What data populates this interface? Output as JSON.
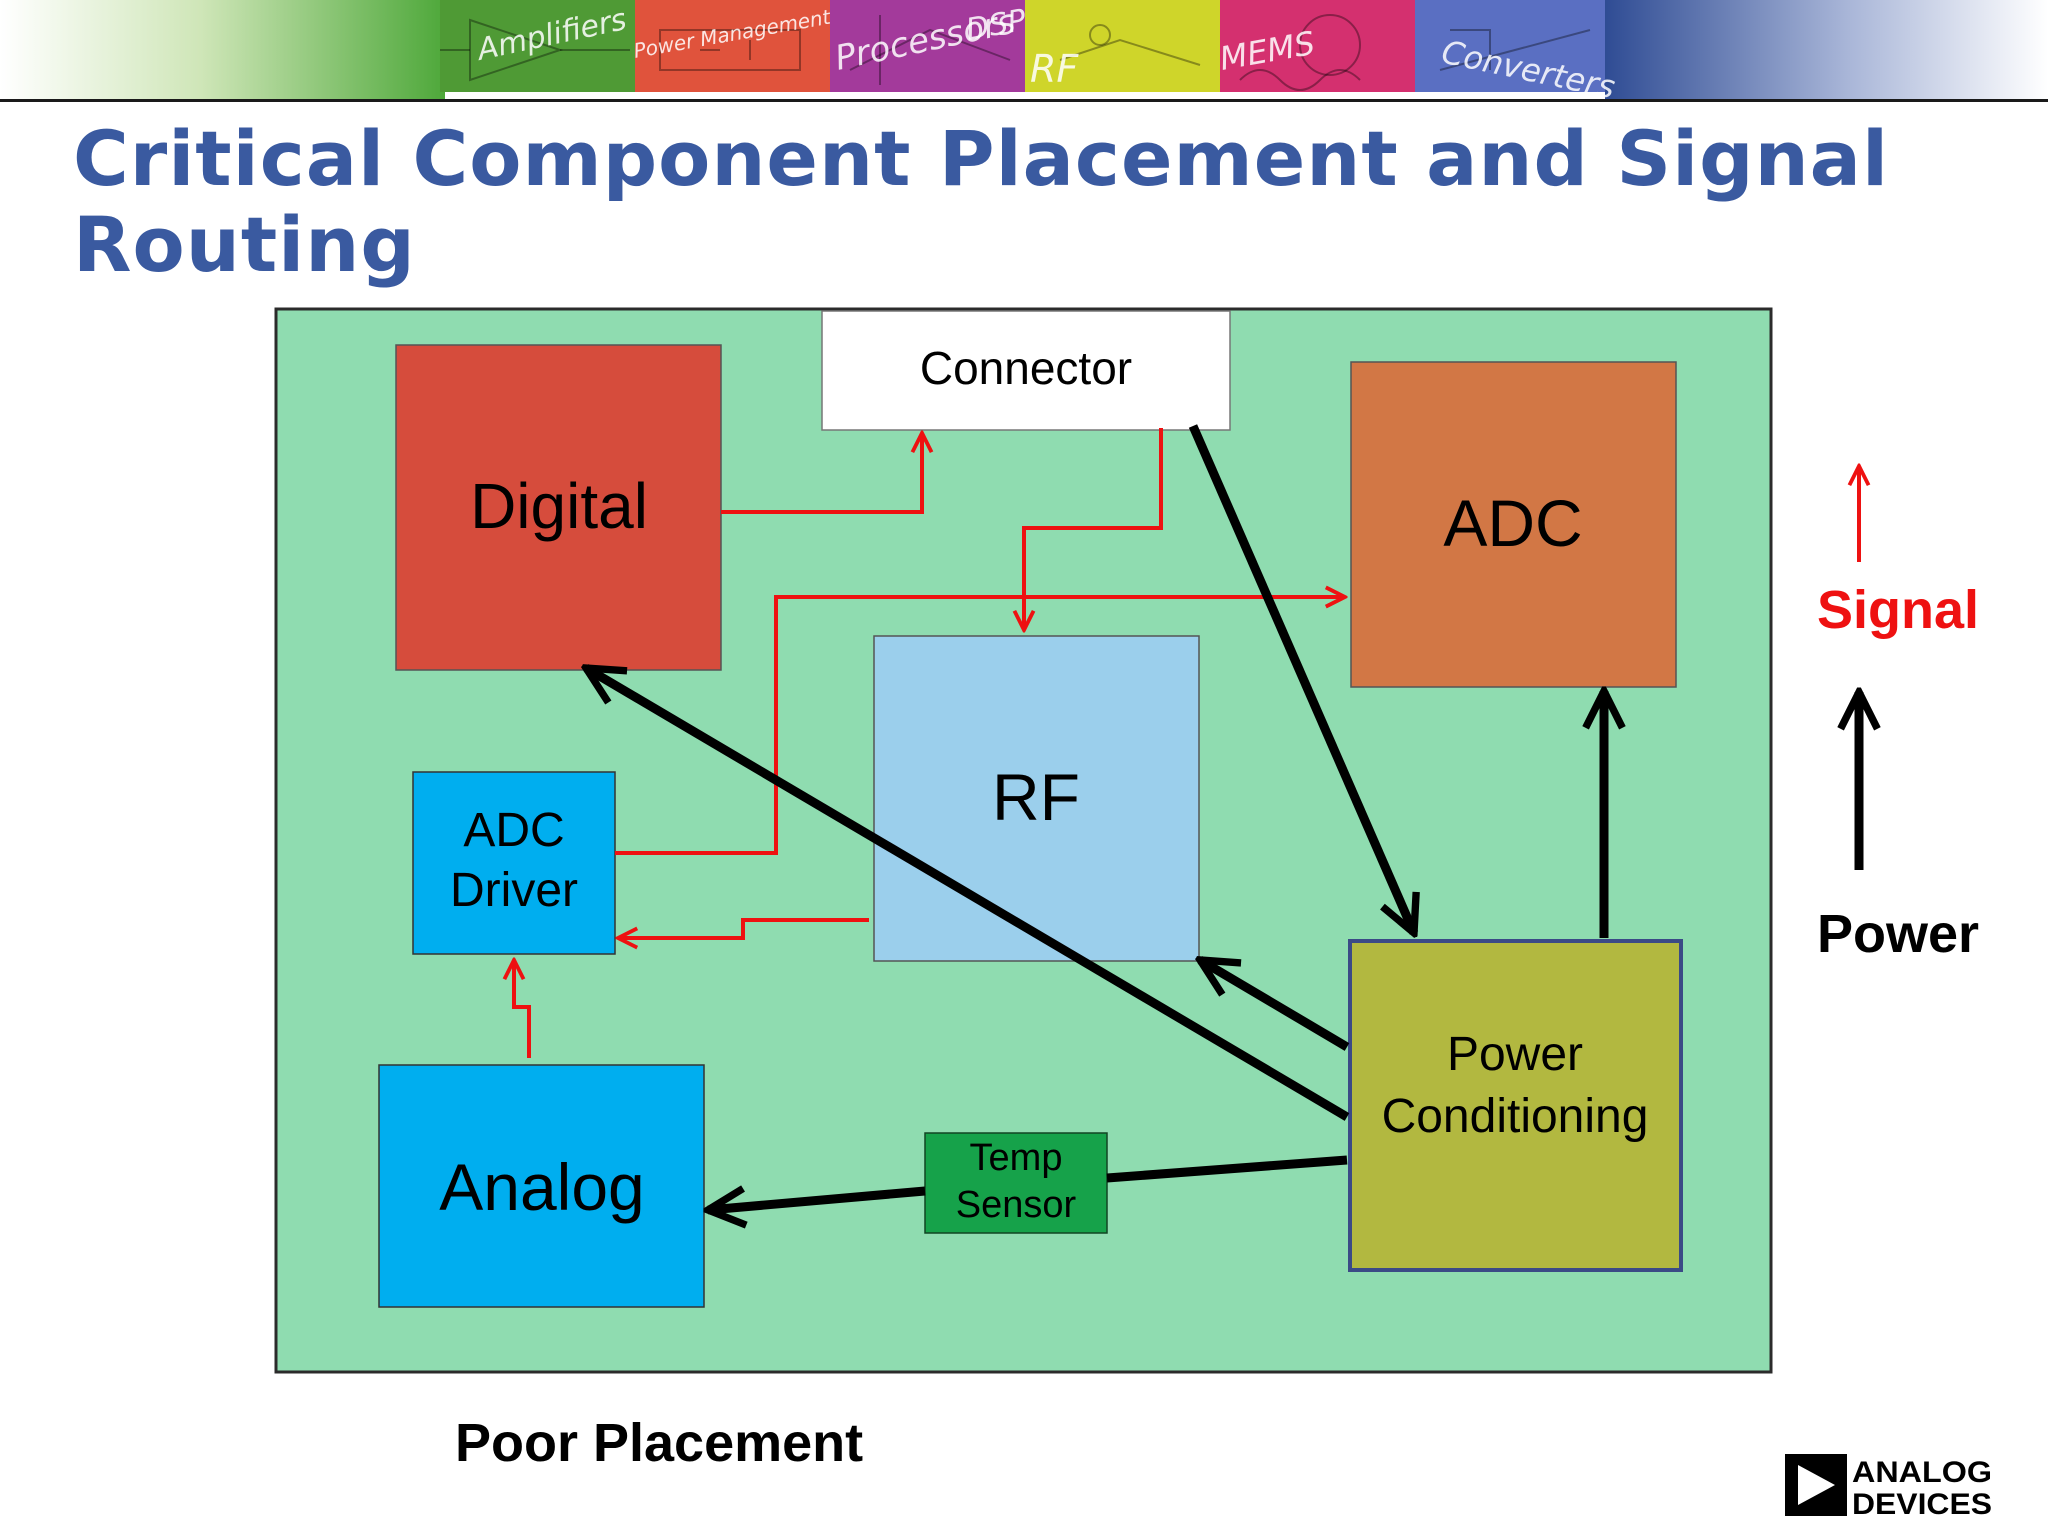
{
  "slide": {
    "title": "Critical Component Placement and Signal Routing",
    "caption": "Poor Placement"
  },
  "banner": {
    "tiles": [
      "Amplifiers",
      "Power Management",
      "Processors",
      "DSP",
      "RF",
      "MEMS",
      "Converters"
    ]
  },
  "diagram": {
    "blocks": {
      "connector": "Connector",
      "digital": "Digital",
      "adc": "ADC",
      "rf": "RF",
      "adc_driver_1": "ADC",
      "adc_driver_2": "Driver",
      "analog": "Analog",
      "temp_sensor_1": "Temp",
      "temp_sensor_2": "Sensor",
      "power_conditioning_1": "Power",
      "power_conditioning_2": "Conditioning"
    },
    "colors": {
      "board": "#8fdcb0",
      "digital": "#d64c3c",
      "adc": "#d27745",
      "rf": "#9bcfec",
      "adc_driver": "#00aeef",
      "analog": "#00aeef",
      "temp_sensor": "#16a24a",
      "power_conditioning": "#b2b840",
      "signal": "#ee1111",
      "power": "#000000"
    }
  },
  "legend": {
    "signal_label": "Signal",
    "power_label": "Power"
  },
  "logo": {
    "line1": "ANALOG",
    "line2": "DEVICES"
  }
}
